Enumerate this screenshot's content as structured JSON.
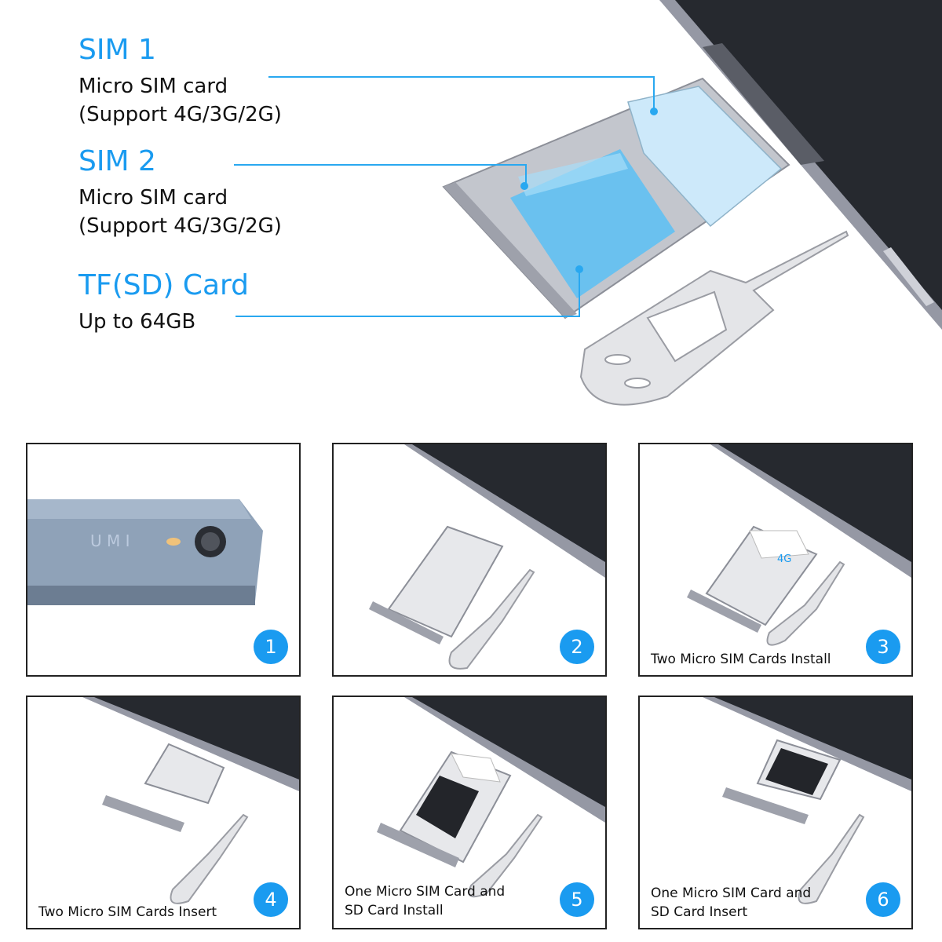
{
  "callouts": [
    {
      "title": "SIM 1",
      "line1": "Micro SIM card",
      "line2": "(Support 4G/3G/2G)"
    },
    {
      "title": "SIM 2",
      "line1": "Micro SIM card",
      "line2": "(Support 4G/3G/2G)"
    },
    {
      "title": "TF(SD) Card",
      "line1": "Up to 64GB",
      "line2": ""
    }
  ],
  "steps": [
    {
      "number": "1",
      "caption_line1": "",
      "caption_line2": ""
    },
    {
      "number": "2",
      "caption_line1": "",
      "caption_line2": ""
    },
    {
      "number": "3",
      "caption_line1": "Two Micro SIM Cards Install",
      "caption_line2": ""
    },
    {
      "number": "4",
      "caption_line1": "Two Micro SIM Cards  Insert",
      "caption_line2": ""
    },
    {
      "number": "5",
      "caption_line1": "One Micro SIM Card and",
      "caption_line2": "SD Card Install"
    },
    {
      "number": "6",
      "caption_line1": "One Micro SIM Card and",
      "caption_line2": "SD Card  Insert"
    }
  ],
  "colors": {
    "accent": "#1a9bf0",
    "callout_line": "#29a8f0",
    "card_fill": "#5bc0f5",
    "tray_metal": "#b9bcc4"
  }
}
